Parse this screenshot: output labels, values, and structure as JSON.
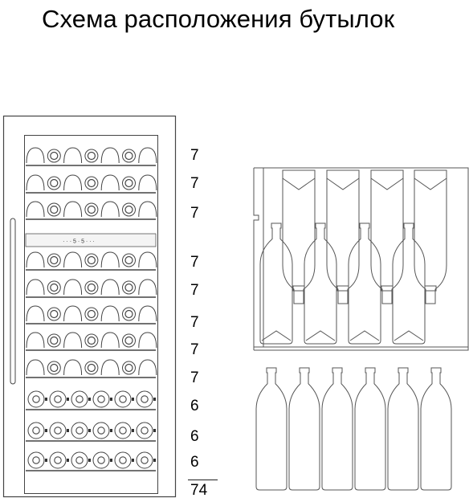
{
  "title": "Схема расположения бутылок",
  "shelves": [
    {
      "count": "7"
    },
    {
      "count": "7"
    },
    {
      "count": "7"
    },
    {
      "count": "7"
    },
    {
      "count": "7"
    },
    {
      "count": "7"
    },
    {
      "count": "7"
    },
    {
      "count": "7"
    },
    {
      "count": "6"
    },
    {
      "count": "6"
    },
    {
      "count": "6"
    }
  ],
  "total": "74",
  "display_panel_text": "· · · 5 · 5 · · ·"
}
